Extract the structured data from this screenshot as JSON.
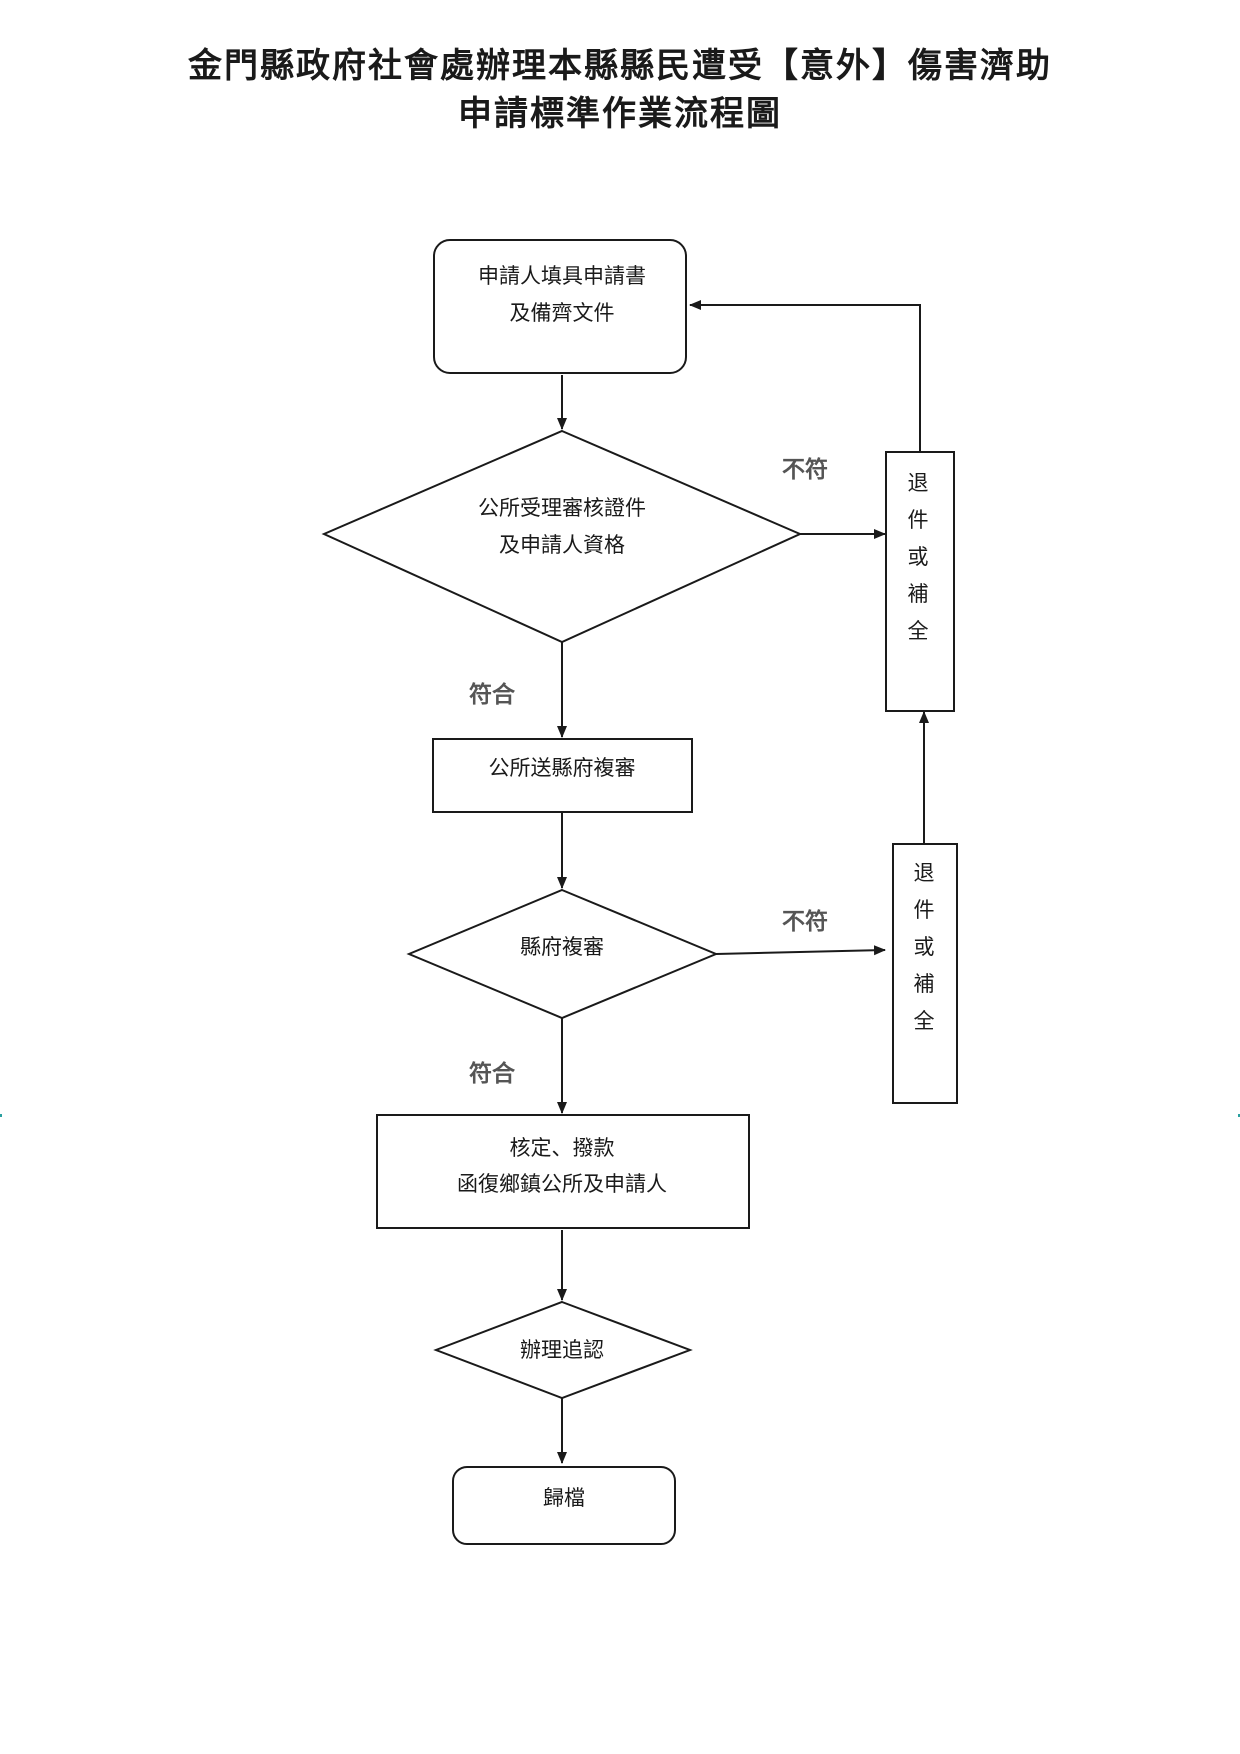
{
  "title": {
    "line1": "金門縣政府社會處辦理本縣縣民遭受【意外】傷害濟助",
    "line2": "申請標準作業流程圖"
  },
  "nodes": {
    "start": {
      "lines": [
        "申請人填具申請書",
        "及備齊文件"
      ]
    },
    "town_review": {
      "lines": [
        "公所受理審核證件",
        "及申請人資格"
      ]
    },
    "send_county": {
      "lines": [
        "公所送縣府複審"
      ]
    },
    "county_review": {
      "lines": [
        "縣府複審"
      ]
    },
    "approve": {
      "lines": [
        "核定、撥款",
        "函復鄉鎮公所及申請人"
      ]
    },
    "follow_up": {
      "lines": [
        "辦理追認"
      ]
    },
    "archive": {
      "lines": [
        "歸檔"
      ]
    },
    "return1": {
      "chars": [
        "退",
        "件",
        "或",
        "補",
        "全"
      ]
    },
    "return2": {
      "chars": [
        "退",
        "件",
        "或",
        "補",
        "全"
      ]
    }
  },
  "edges": {
    "fail1": "不符",
    "pass1": "符合",
    "fail2": "不符",
    "pass2": "符合"
  }
}
